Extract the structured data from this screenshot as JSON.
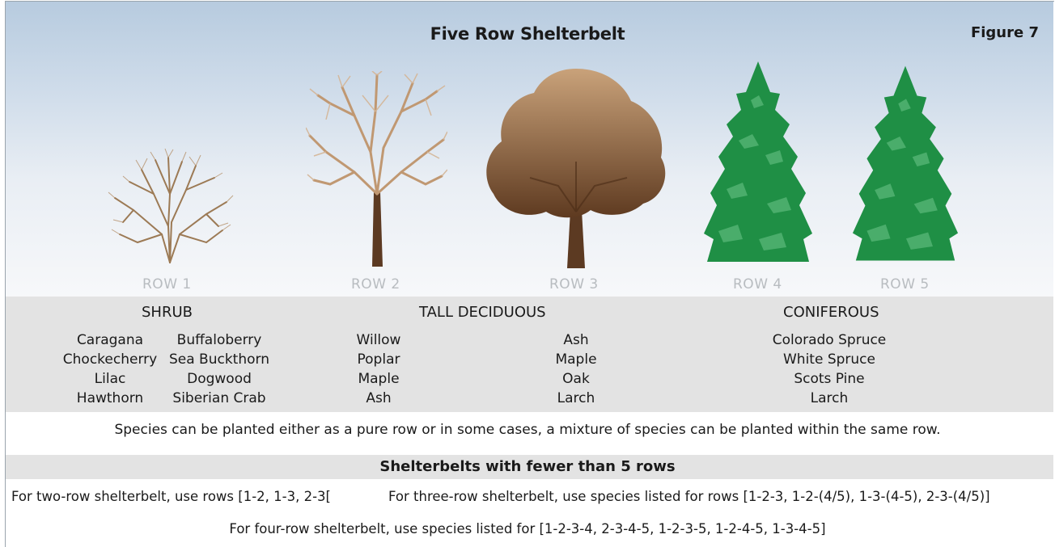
{
  "title": "Five Row Shelterbelt",
  "figure_label": "Figure 7",
  "rows": [
    "ROW 1",
    "ROW 2",
    "ROW 3",
    "ROW 4",
    "ROW 5"
  ],
  "groups": {
    "shrub": {
      "heading": "SHRUB",
      "col1": [
        "Caragana",
        "Chockecherry",
        "Lilac",
        "Hawthorn"
      ],
      "col2": [
        "Buffaloberry",
        "Sea Buckthorn",
        "Dogwood",
        "Siberian Crab"
      ]
    },
    "tall_deciduous": {
      "heading": "TALL DECIDUOUS",
      "col1": [
        "Willow",
        "Poplar",
        "Maple",
        "Ash"
      ],
      "col2": [
        "Ash",
        "Maple",
        "Oak",
        "Larch"
      ]
    },
    "coniferous": {
      "heading": "CONIFEROUS",
      "col1": [
        "Colorado Spruce",
        "White Spruce",
        "Scots Pine",
        "Larch"
      ]
    }
  },
  "note": "Species can be planted either as a pure row or in some cases, a mixture of species can be planted within the same row.",
  "fewer_heading": "Shelterbelts with fewer than 5 rows",
  "two_row": "For two-row shelterbelt, use rows [1-2, 1-3, 2-3[",
  "three_row": "For three-row shelterbelt, use species listed for rows [1-2-3, 1-2-(4/5), 1-3-(4-5), 2-3-(4/5)]",
  "four_row": "For four-row shelterbelt, use species listed for [1-2-3-4, 2-3-4-5, 1-2-3-5, 1-2-4-5, 1-3-4-5]",
  "colors": {
    "shrub": "#9c7a55",
    "bare_tree": "#c09872",
    "trunk": "#5c3a22",
    "canopy_top": "#c9a27a",
    "canopy_bottom": "#5e3a20",
    "conifer": "#1f8f45",
    "conifer_light": "#59b878"
  }
}
